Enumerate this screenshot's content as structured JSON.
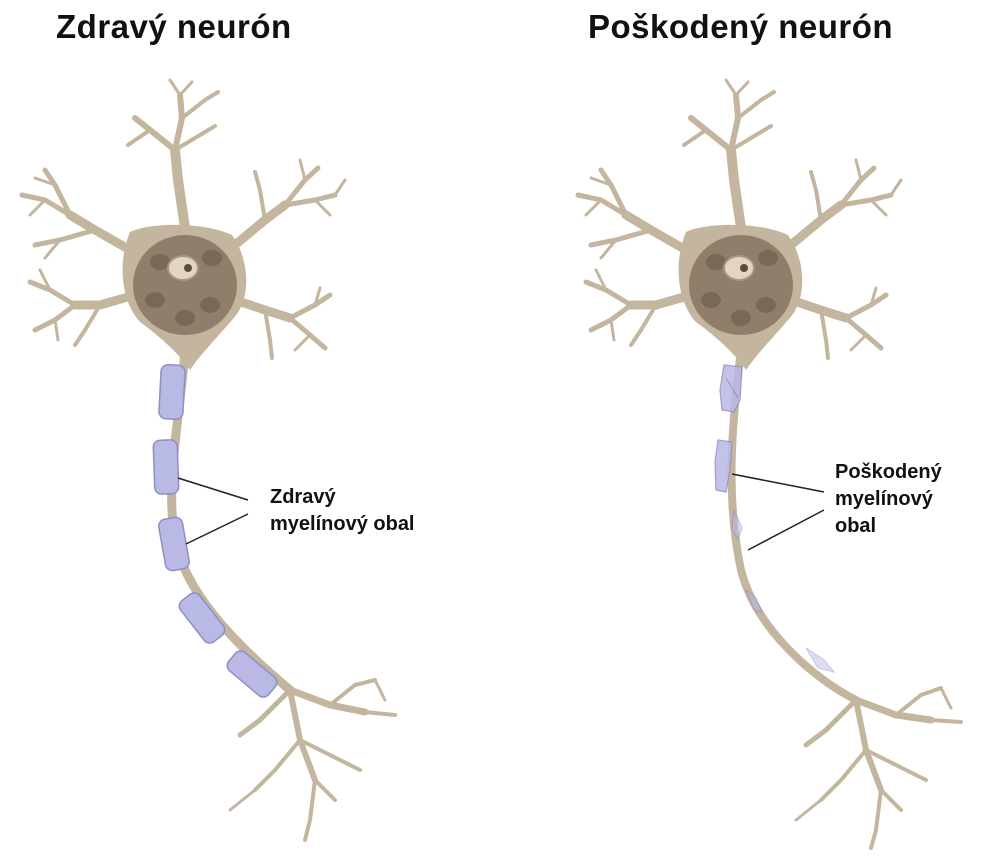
{
  "diagram": {
    "healthy": {
      "title": "Zdravý neurón",
      "label_line1": "Zdravý",
      "label_line2": "myelínový obal"
    },
    "damaged": {
      "title": "Poškodený neurón",
      "label_line1": "Poškodený",
      "label_line2": "myelínový",
      "label_line3": "obal"
    }
  },
  "colors": {
    "neuron_body": "#c4b59e",
    "nucleus_area": "#8f7e6a",
    "myelin": "#b9b9e6",
    "myelin_edge": "#8e8ec8",
    "text": "#111111"
  }
}
